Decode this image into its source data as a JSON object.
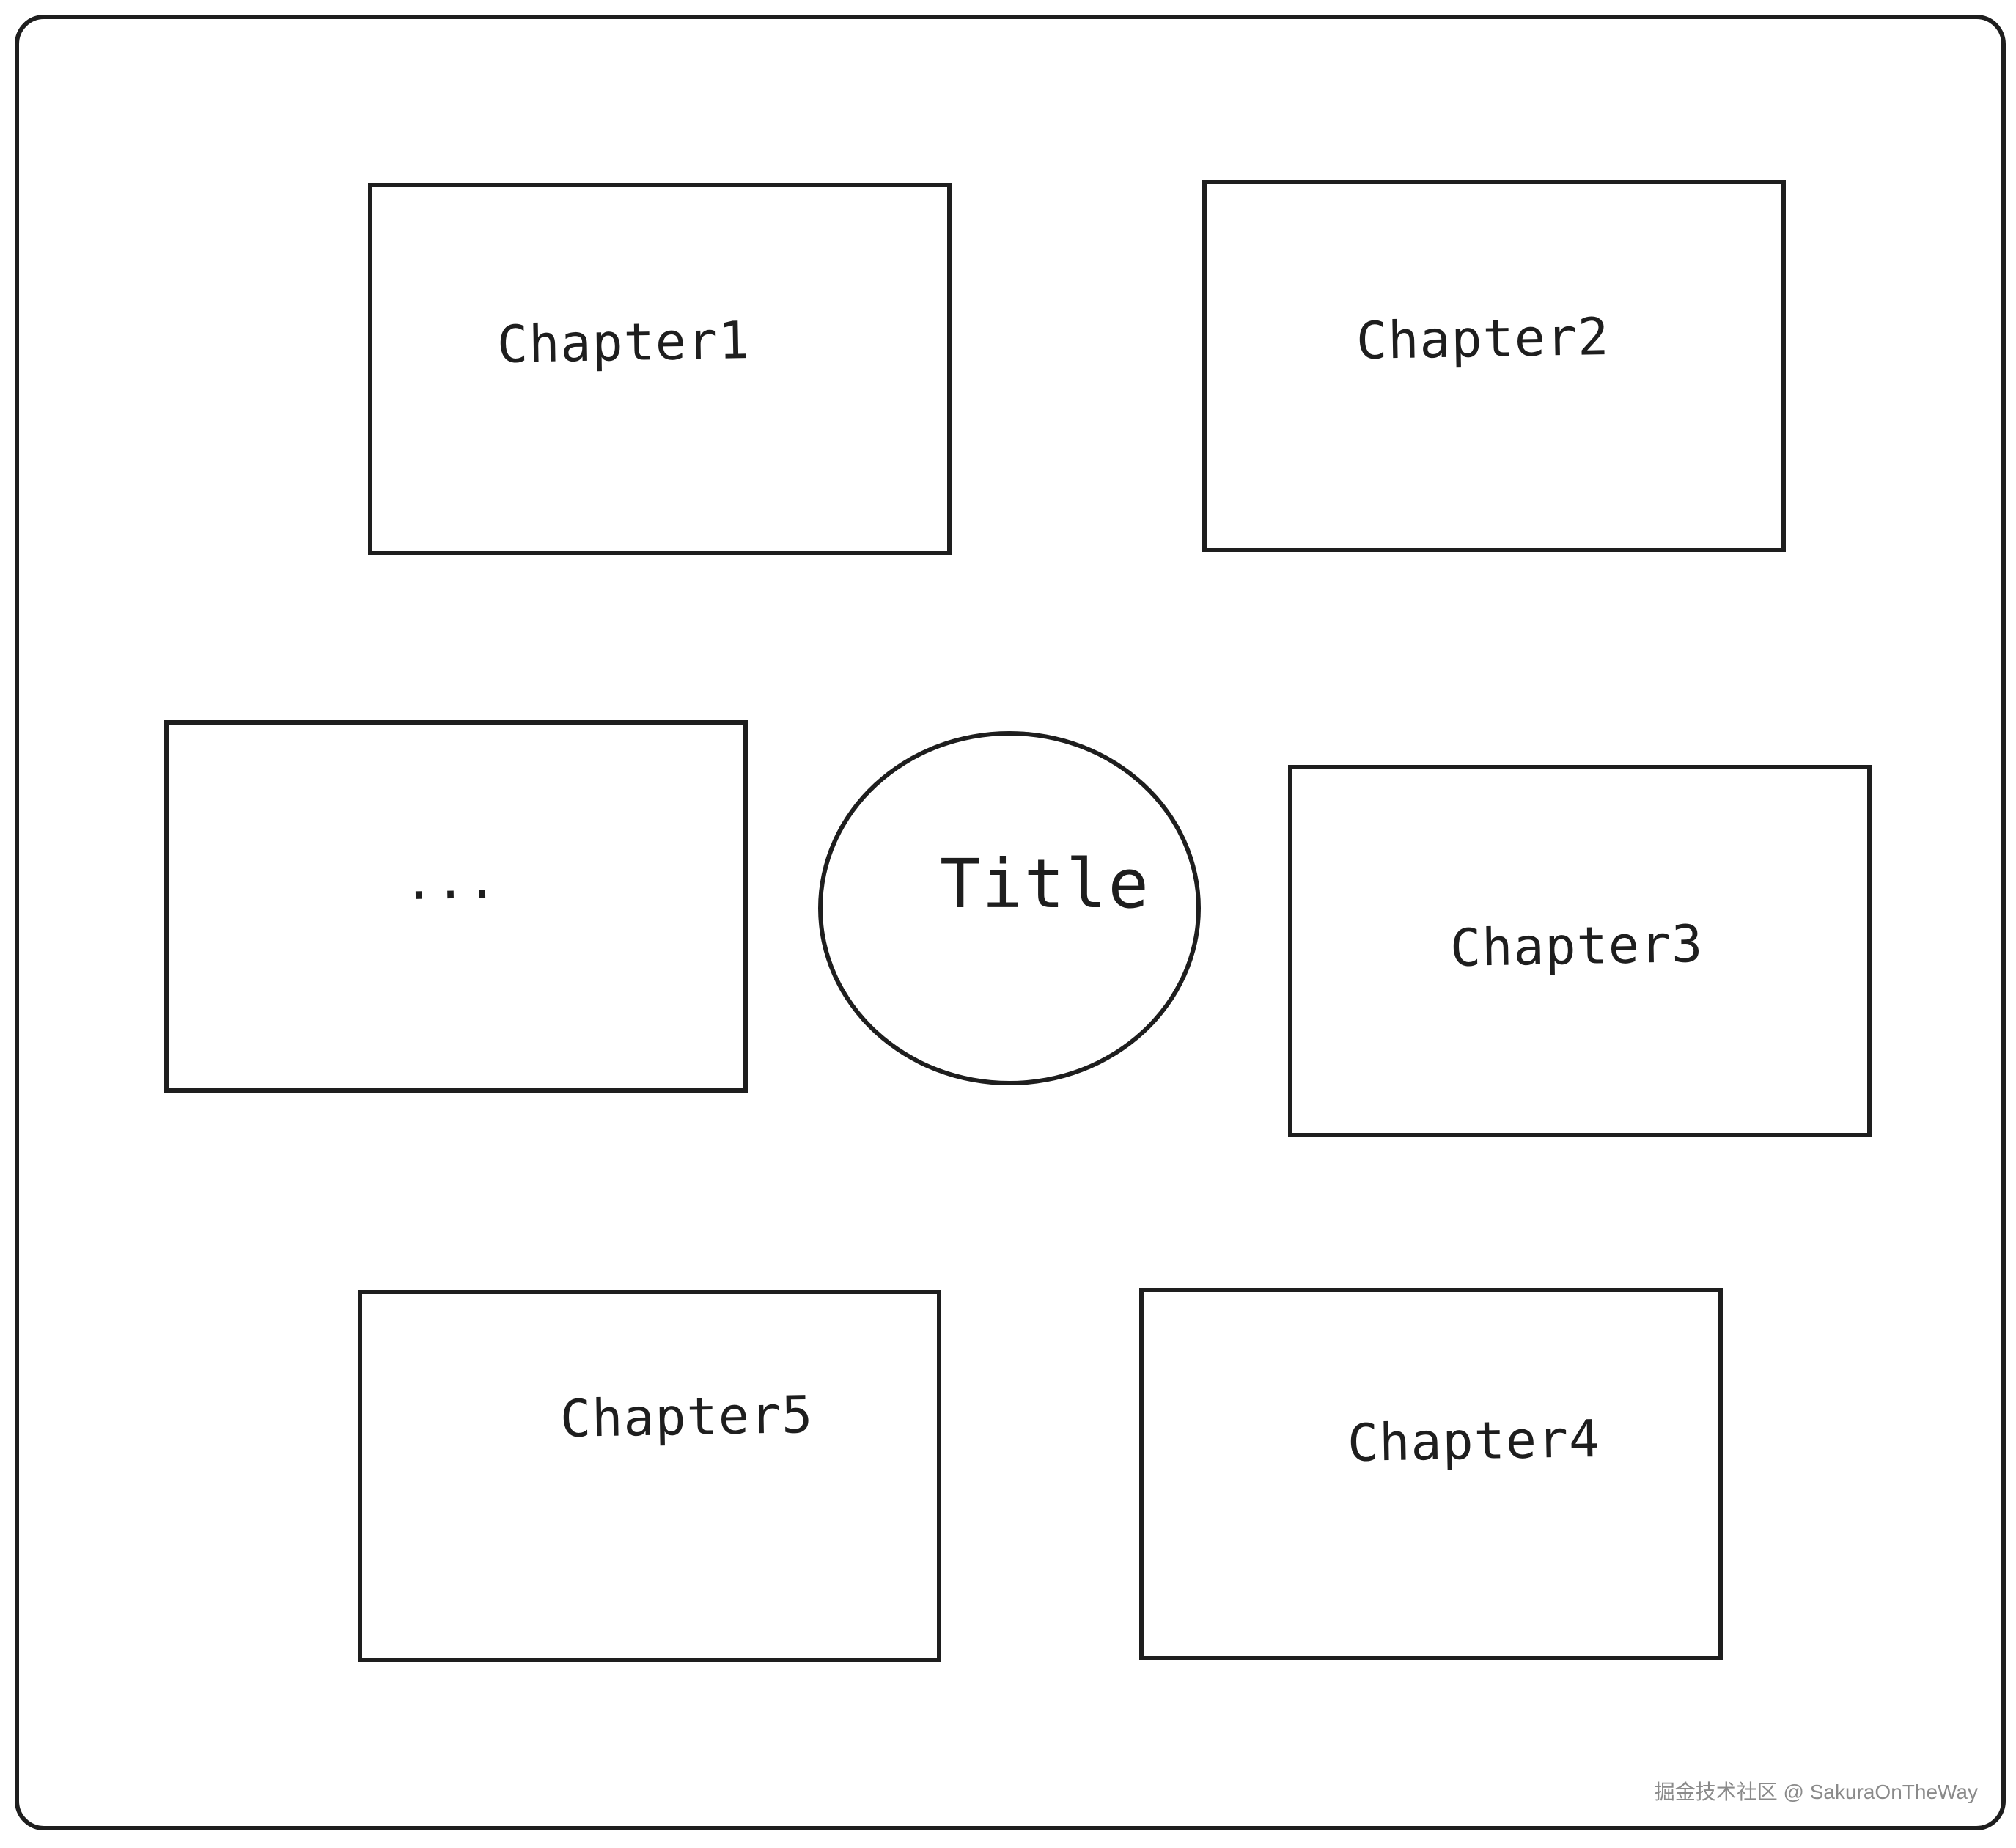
{
  "diagram": {
    "title": "Title",
    "chapters": {
      "chapter1": "Chapter1",
      "chapter2": "Chapter2",
      "chapter3": "Chapter3",
      "chapter4": "Chapter4",
      "chapter5": "Chapter5",
      "more": "..."
    },
    "stroke_color": "#1e1e1e",
    "background_color": "#ffffff"
  },
  "watermark": {
    "text": "掘金技术社区 @ SakuraOnTheWay"
  }
}
